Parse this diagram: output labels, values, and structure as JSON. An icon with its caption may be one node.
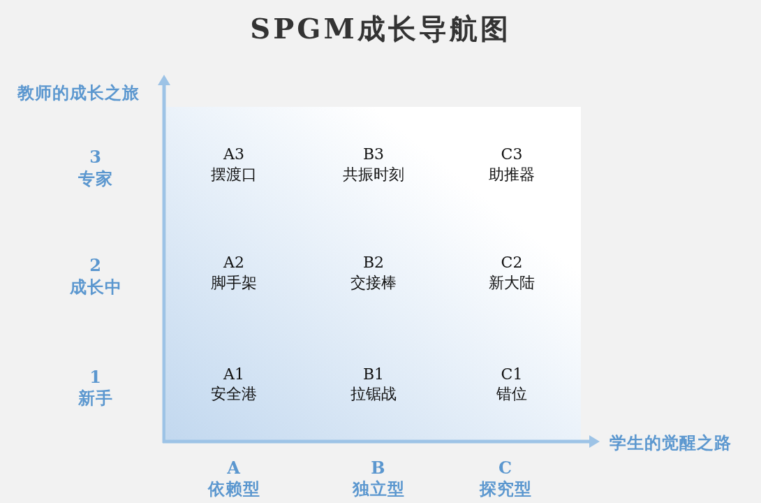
{
  "diagram": {
    "title": "SPGM成长导航图",
    "labels": [
      "教师的成长之旅",
      "3",
      "专家",
      "A3",
      "摆渡口",
      "B3",
      "共振时刻",
      "C3",
      "助推器",
      "2",
      "成长中",
      "A2",
      "脚手架",
      "B2",
      "交接棒",
      "C2",
      "新大陆",
      "1",
      "新手",
      "A1",
      "安全港",
      "B1",
      "拉锯战",
      "C1",
      "错位",
      "学生的觉醒之路",
      "A",
      "依赖型",
      "B",
      "独立型",
      "C",
      "探究型"
    ]
  }
}
